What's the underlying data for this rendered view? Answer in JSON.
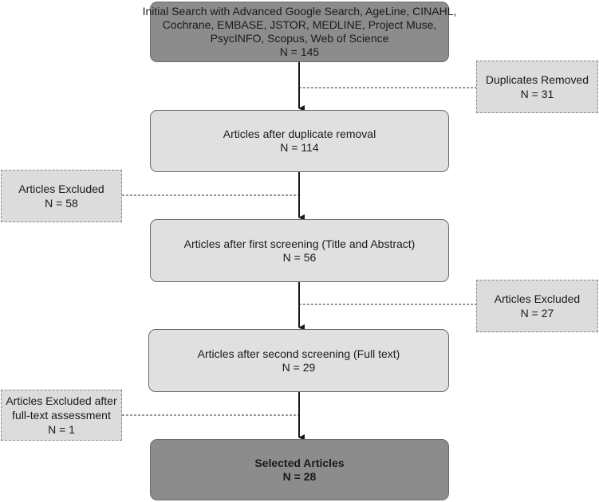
{
  "boxes": {
    "initial": {
      "lines": [
        "Initial Search with Advanced Google Search, AgeLine, CINAHL,",
        "Cochrane, EMBASE, JSTOR, MEDLINE, Project Muse,",
        "PsycINFO, Scopus, Web of Science"
      ],
      "count": "N = 145"
    },
    "after_duplicates": {
      "label": "Articles after duplicate removal",
      "count": "N = 114"
    },
    "after_first": {
      "label": "Articles after first screening (Title and Abstract)",
      "count": "N = 56"
    },
    "after_second": {
      "label": "Articles after second screening (Full text)",
      "count": "N = 29"
    },
    "selected": {
      "label": "Selected Articles",
      "count": "N = 28"
    }
  },
  "side_boxes": {
    "duplicates": {
      "label": "Duplicates Removed",
      "count": "N = 31"
    },
    "excluded_1": {
      "label": "Articles Excluded",
      "count": "N = 58"
    },
    "excluded_2": {
      "label": "Articles Excluded",
      "count": "N = 27"
    },
    "excluded_3": {
      "lines": [
        "Articles Excluded after",
        "full-text assessment"
      ],
      "count": "N = 1"
    }
  },
  "colors": {
    "main_fill": "#e0e0e0",
    "dark_fill": "#8c8c8c",
    "side_fill": "#dcdcdc",
    "border": "#6b6b6b"
  }
}
